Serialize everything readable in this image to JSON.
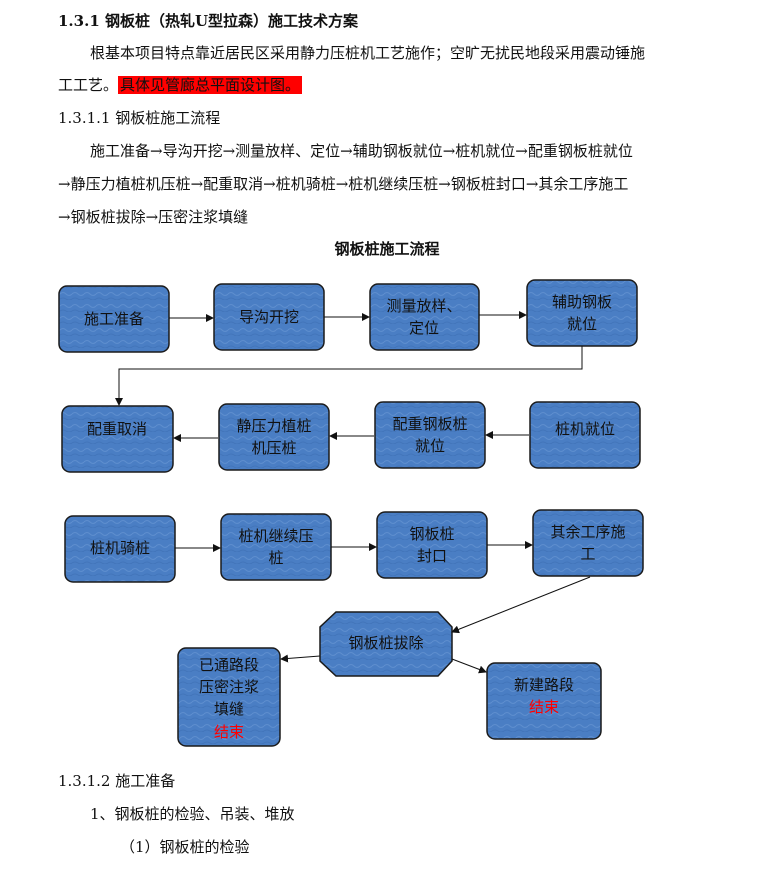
{
  "heading_main": "1.3.1 钢板桩（热轧U型拉森）施工技术方案",
  "intro_line1": "根基本项目特点靠近居民区采用静力压桩机工艺施作；空旷无扰民地段采用震动锤施",
  "intro_line2_plain": "工工艺。",
  "intro_line2_highlight": "具体见管廊总平面设计图。",
  "heading_flow": "1.3.1.1 钢板桩施工流程",
  "flow_text_line1": "施工准备→导沟开挖→测量放样、定位→辅助钢板就位→桩机就位→配重钢板桩就位",
  "flow_text_line2": "→静压力植桩机压桩→配重取消→桩机骑桩→桩机继续压桩→钢板桩封口→其余工序施工",
  "flow_text_line3": "→钢板桩拔除→压密注浆填缝",
  "diagram_title": "钢板桩施工流程",
  "nodes": {
    "n1": [
      "施工准备"
    ],
    "n2": [
      "导沟开挖"
    ],
    "n3": [
      "测量放样、",
      "定位"
    ],
    "n4": [
      "辅助钢板",
      "就位"
    ],
    "n5": [
      "桩机就位"
    ],
    "n6": [
      "配重钢板桩",
      "就位"
    ],
    "n7": [
      "静压力植桩",
      "机压桩"
    ],
    "n8": [
      "配重取消"
    ],
    "n9": [
      "桩机骑桩"
    ],
    "n10": [
      "桩机继续压",
      "桩"
    ],
    "n11": [
      "钢板桩",
      "封口"
    ],
    "n12": [
      "其余工序施",
      "工"
    ],
    "n13": [
      "钢板桩拔除"
    ],
    "n14": [
      "已通路段",
      "压密注浆",
      "填缝"
    ],
    "n15": [
      "新建路段"
    ]
  },
  "end_label": "结束",
  "heading_prep": "1.3.1.2 施工准备",
  "item_1": "1、钢板桩的检验、吊装、堆放",
  "item_1_1": "（1）钢板桩的检验",
  "colors": {
    "box_fill": "#4a7ec4",
    "box_stroke": "#1a1a1a",
    "end_text": "#ff0000",
    "highlight": "#ff0000"
  }
}
